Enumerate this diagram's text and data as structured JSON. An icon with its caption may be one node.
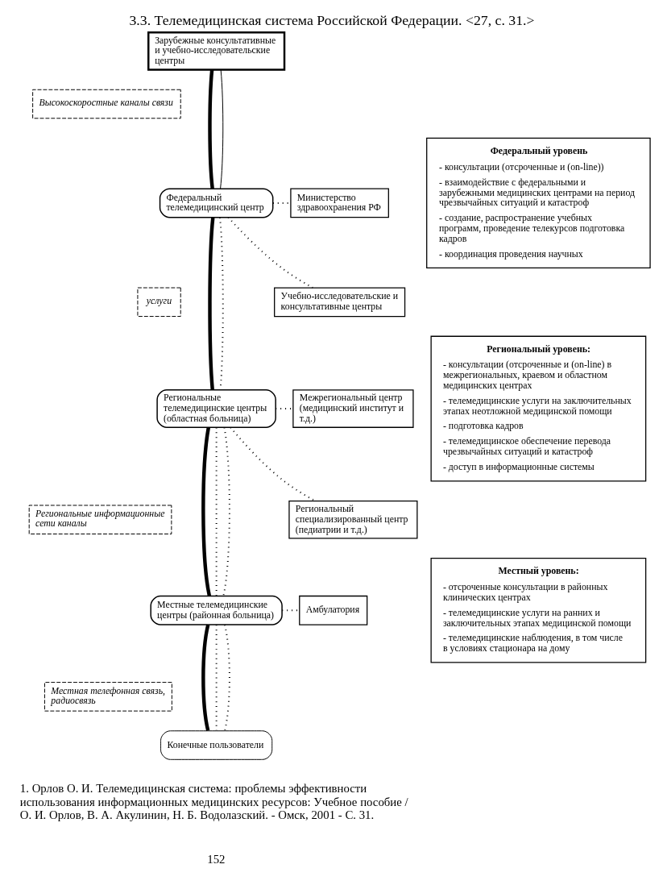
{
  "diagram": {
    "title": "3.3. Телемедицинская система Российской Федерации. <27, с. 31.>",
    "nodes": [
      {
        "text": [
          "Зарубежные консультативные и учебно-исследовательские центры"
        ]
      },
      {
        "text": [
          "Высокоскоростные каналы связи"
        ]
      },
      {
        "text": [
          "Федеральный телемедицинский центр"
        ]
      },
      {
        "text": [
          "Министерство здравоохранения РФ"
        ]
      },
      {
        "text": [
          "Учебно-исследовательские и консультативные центры"
        ]
      },
      {
        "text": [
          "Федеральный уровень",
          "- консультации (отсроченные и (on-line))",
          "- взаимодействие с федеральными и зарубежными медицинских центрами на период чрезвычайных ситуаций и катастроф",
          "- создание, распространение учебных программ, проведение телекурсов подготовка кадров",
          "- координация проведения научных"
        ]
      },
      {
        "text": [
          "услуги"
        ]
      },
      {
        "text": [
          "Региональные телемедицинские центры (областная больница)"
        ]
      },
      {
        "text": [
          "Межрегиональный центр (медицинский институт и т.д.)"
        ]
      },
      {
        "text": [
          "Региональный специализированный центр (педиатрии и т.д.)"
        ]
      },
      {
        "text": [
          "Региональный уровень:",
          "- консультации (отсроченные и (on-line) в межрегиональных, краевом и областном медицинских центрах",
          "- телемедицинские услуги на заключительных этапах неотложной медицинской помощи",
          "- подготовка кадров",
          "- телемедицинское обеспечение перевода чрезвычайных ситуаций и катастроф",
          "- доступ в информационные системы"
        ]
      },
      {
        "text": [
          "Региональные информационные сети каналы"
        ]
      },
      {
        "text": [
          "Местные телемедицинские центры (районная больница)"
        ]
      },
      {
        "text": [
          "Амбулатория"
        ]
      },
      {
        "text": [
          "Местный уровень:",
          "- отсроченные консультации в районных клинических центрах",
          "- телемедицинские услуги на ранних и заключительных этапах медицинской помощи",
          "- телемедицинские наблюдения, в том числе в условиях стационара на дому"
        ]
      },
      {
        "text": [
          "Местная телефонная связь, радиосвязь"
        ]
      },
      {
        "text": [
          "Конечные пользователи"
        ]
      }
    ],
    "edges": [
      {
        "from": 0,
        "to": 2,
        "arrow": "none",
        "style": "thick"
      },
      {
        "from": 0,
        "to": 2,
        "arrow": "none"
      },
      {
        "from": 2,
        "to": 3,
        "arrow": "none",
        "style": "dashed"
      },
      {
        "from": 2,
        "to": 4,
        "arrow": "none",
        "style": "dashed"
      },
      {
        "from": 2,
        "to": 7,
        "arrow": "none",
        "style": "thick"
      },
      {
        "from": 2,
        "to": 7,
        "arrow": "none",
        "style": "dashed"
      },
      {
        "from": 7,
        "to": 8,
        "arrow": "none",
        "style": "dashed"
      },
      {
        "from": 7,
        "to": 9,
        "arrow": "none",
        "style": "dashed"
      },
      {
        "from": 7,
        "to": 12,
        "arrow": "none",
        "style": "thick"
      },
      {
        "from": 7,
        "to": 12,
        "arrow": "none",
        "style": "dashed"
      },
      {
        "from": 7,
        "to": 12,
        "arrow": "none",
        "style": "dashed"
      },
      {
        "from": 12,
        "to": 13,
        "arrow": "none",
        "style": "dashed"
      },
      {
        "from": 12,
        "to": 16,
        "arrow": "none",
        "style": "thick"
      },
      {
        "from": 12,
        "to": 16,
        "arrow": "none",
        "style": "dashed"
      },
      {
        "from": 12,
        "to": 16,
        "arrow": "none",
        "style": "dashed"
      }
    ],
    "labels": [
      "1. Орлов О. И. Телемедицинская система: проблемы эффективности использования информационных медицинских ресурсов: Учебное пособие / О. И. Орлов, В. А. Акулинин, Н. Б. Водолазский. - Омск, 2001 - С. 31.",
      "152"
    ]
  }
}
